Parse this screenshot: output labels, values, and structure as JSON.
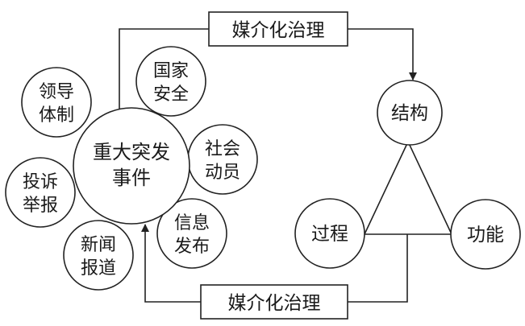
{
  "top_box": {
    "label": "媒介化治理"
  },
  "bottom_box": {
    "label": "媒介化治理"
  },
  "center_node": {
    "line1": "重大突发",
    "line2": "事件"
  },
  "satellites": {
    "national_security": {
      "line1": "国家",
      "line2": "安全"
    },
    "leadership": {
      "line1": "领导",
      "line2": "体制"
    },
    "social_mobilization": {
      "line1": "社会",
      "line2": "动员"
    },
    "complaint_reporting": {
      "line1": "投诉",
      "line2": "举报"
    },
    "info_release": {
      "line1": "信息",
      "line2": "发布"
    },
    "news_reporting": {
      "line1": "新闻",
      "line2": "报道"
    }
  },
  "triangle_nodes": {
    "structure": "结构",
    "process": "过程",
    "function": "功能"
  }
}
